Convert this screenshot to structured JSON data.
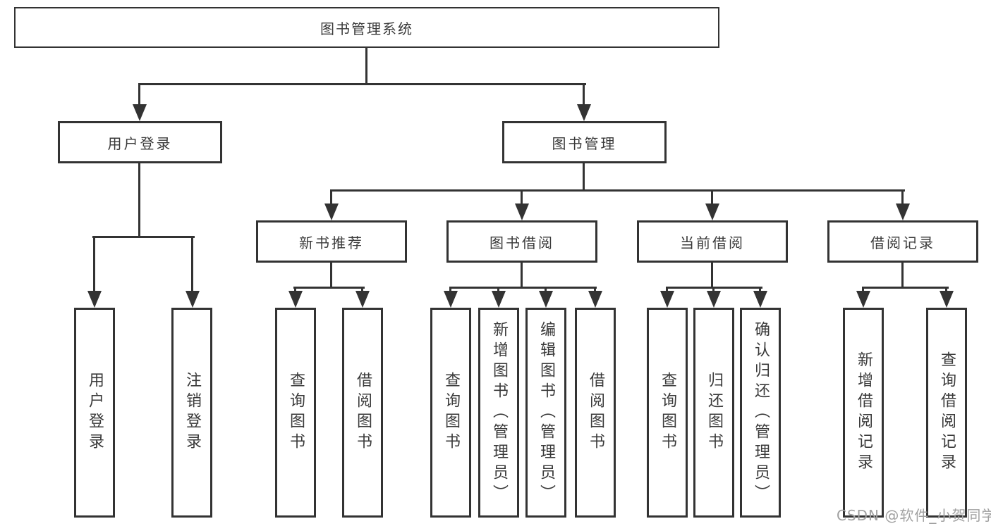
{
  "colors": {
    "line": "#333333",
    "box_border": "#333333",
    "text": "#3a3a3a",
    "background": "#ffffff",
    "watermark": "#a0a0a0"
  },
  "watermark": {
    "text": "CSDN @软件_小贺同学"
  },
  "diagram": {
    "type": "hierarchy-tree",
    "root": {
      "label": "图书管理系统"
    },
    "level2": [
      {
        "label": "用户登录"
      },
      {
        "label": "图书管理"
      }
    ],
    "level3": [
      {
        "label": "新书推荐",
        "parent": "图书管理"
      },
      {
        "label": "图书借阅",
        "parent": "图书管理"
      },
      {
        "label": "当前借阅",
        "parent": "图书管理"
      },
      {
        "label": "借阅记录",
        "parent": "图书管理"
      }
    ],
    "leaves": [
      {
        "label": "用户登录",
        "parent": "用户登录"
      },
      {
        "label": "注销登录",
        "parent": "用户登录"
      },
      {
        "label": "查询图书",
        "parent": "新书推荐"
      },
      {
        "label": "借阅图书",
        "parent": "新书推荐"
      },
      {
        "label": "查询图书",
        "parent": "图书借阅"
      },
      {
        "label": "新增图书（管理员）",
        "parent": "图书借阅"
      },
      {
        "label": "编辑图书（管理员）",
        "parent": "图书借阅"
      },
      {
        "label": "借阅图书",
        "parent": "图书借阅"
      },
      {
        "label": "查询图书",
        "parent": "当前借阅"
      },
      {
        "label": "归还图书",
        "parent": "当前借阅"
      },
      {
        "label": "确认归还（管理员）",
        "parent": "当前借阅"
      },
      {
        "label": "新增借阅记录",
        "parent": "借阅记录"
      },
      {
        "label": "查询借阅记录",
        "parent": "借阅记录"
      }
    ]
  }
}
